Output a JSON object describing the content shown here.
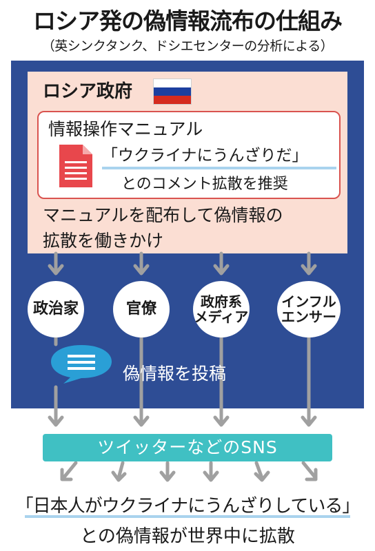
{
  "title": "ロシア発の偽情報流布の仕組み",
  "subtitle": "（英シンクタンク、ドシエセンターの分析による）",
  "government": {
    "label": "ロシア政府",
    "flag_colors": [
      "#ffffff",
      "#1c3f9f",
      "#d52b1e"
    ]
  },
  "manual": {
    "title": "情報操作マニュアル",
    "icon": "document-icon",
    "quote": "「ウクライナにうんざりだ」",
    "note": "とのコメント拡散を推奨"
  },
  "instruction": {
    "line1": "マニュアルを配布して偽情報の",
    "line2": "拡散を働きかけ"
  },
  "actors": [
    {
      "label": "政治家"
    },
    {
      "label": "官僚"
    },
    {
      "label": "政府系\nメディア"
    },
    {
      "label": "インフル\nエンサー"
    }
  ],
  "post": {
    "icon": "speech-bubble-icon",
    "label": "偽情報を投稿"
  },
  "sns": {
    "label": "ツイッターなどのSNS"
  },
  "result": {
    "quote": "「日本人がウクライナにうんざりしている」",
    "text": "との偽情報が世界中に拡散"
  },
  "colors": {
    "panel": "#2e4d95",
    "government_box": "#fbded3",
    "manual_border": "#d9534f",
    "sns": "#40c0c3",
    "arrow": "#a0a0a0",
    "highlight": "#a9d3ee"
  }
}
